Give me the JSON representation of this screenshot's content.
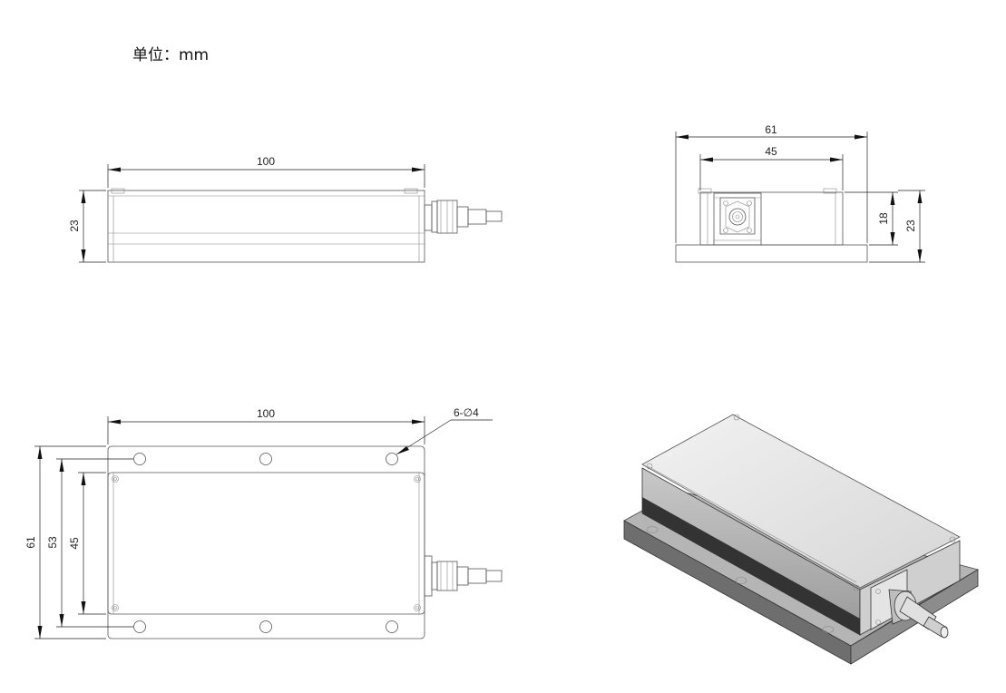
{
  "unit_label": "单位：mm",
  "side_view": {
    "length": "100",
    "height": "23"
  },
  "end_view": {
    "width_outer": "61",
    "width_inner": "45",
    "height_inner": "18",
    "height_outer": "23"
  },
  "top_view": {
    "length": "100",
    "holes": "6-∅4",
    "width_outer": "61",
    "width_mid": "53",
    "width_inner": "45"
  }
}
